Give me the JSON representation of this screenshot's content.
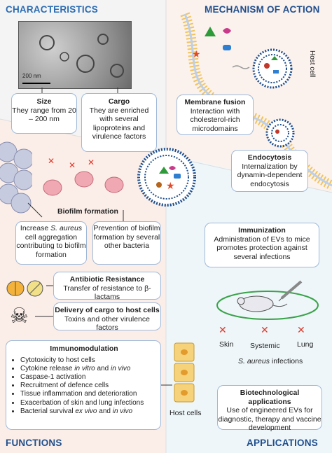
{
  "headers": {
    "characteristics": "CHARACTERISTICS",
    "mechanism": "MECHANISM OF ACTION",
    "functions": "FUNCTIONS",
    "applications": "APPLICATIONS"
  },
  "micrograph": {
    "scale_bar": "200 nm"
  },
  "size": {
    "title": "Size",
    "text": "They range from 20 – 200 nm"
  },
  "cargo": {
    "title": "Cargo",
    "text": "They are enriched with several lipoproteins and virulence factors"
  },
  "host_cell_label": "Host cell",
  "membrane_fusion": {
    "title": "Membrane fusion",
    "text": "Interaction with cholesterol-rich microdomains"
  },
  "endocytosis": {
    "title": "Endocytosis",
    "text": "Internalization by dynamin-dependent endocytosis"
  },
  "biofilm": {
    "title": "Biofilm formation",
    "left_pre": "Increase ",
    "left_italic": "S. aureus",
    "left_post": " cell aggregation contributing to biofilm formation",
    "right": "Prevention of biofilm formation by several other bacteria"
  },
  "antibiotic": {
    "title": "Antibiotic Resistance",
    "text": "Transfer of resistance to β-lactams"
  },
  "delivery": {
    "title": "Delivery of cargo to host cells",
    "text": "Toxins and other virulence factors"
  },
  "immunomodulation": {
    "title": "Immunomodulation",
    "items": [
      {
        "pre": "Cytotoxicity to host cells",
        "it": "",
        "mid": "",
        "it2": ""
      },
      {
        "pre": "Cytokine release ",
        "it": "in vitro",
        "mid": " and ",
        "it2": "in vivo"
      },
      {
        "pre": "Caspase-1 activation",
        "it": "",
        "mid": "",
        "it2": ""
      },
      {
        "pre": "Recruitment of defence cells",
        "it": "",
        "mid": "",
        "it2": ""
      },
      {
        "pre": "Tissue inflammation and deterioration",
        "it": "",
        "mid": "",
        "it2": ""
      },
      {
        "pre": "Exacerbation of skin and lung infections",
        "it": "",
        "mid": "",
        "it2": ""
      },
      {
        "pre": "Bacterial survival ",
        "it": "ex vivo",
        "mid": " and ",
        "it2": "in vivo"
      }
    ]
  },
  "host_cells_label": "Host cells",
  "immunization": {
    "title": "Immunization",
    "text": "Administration of EVs to mice promotes protection against several infections"
  },
  "infection_sites": [
    "Skin",
    "Systemic",
    "Lung"
  ],
  "infections_pre": "S. aureus",
  "infections_post": " infections",
  "biotech": {
    "title": "Biotechnological applications",
    "text": "Use of engineered EVs for diagnostic, therapy and vaccine development"
  },
  "colors": {
    "header": "#2b6cb3",
    "box_border": "#9fb8d8",
    "red": "#e03a2a",
    "membrane": "#f3c35a"
  }
}
